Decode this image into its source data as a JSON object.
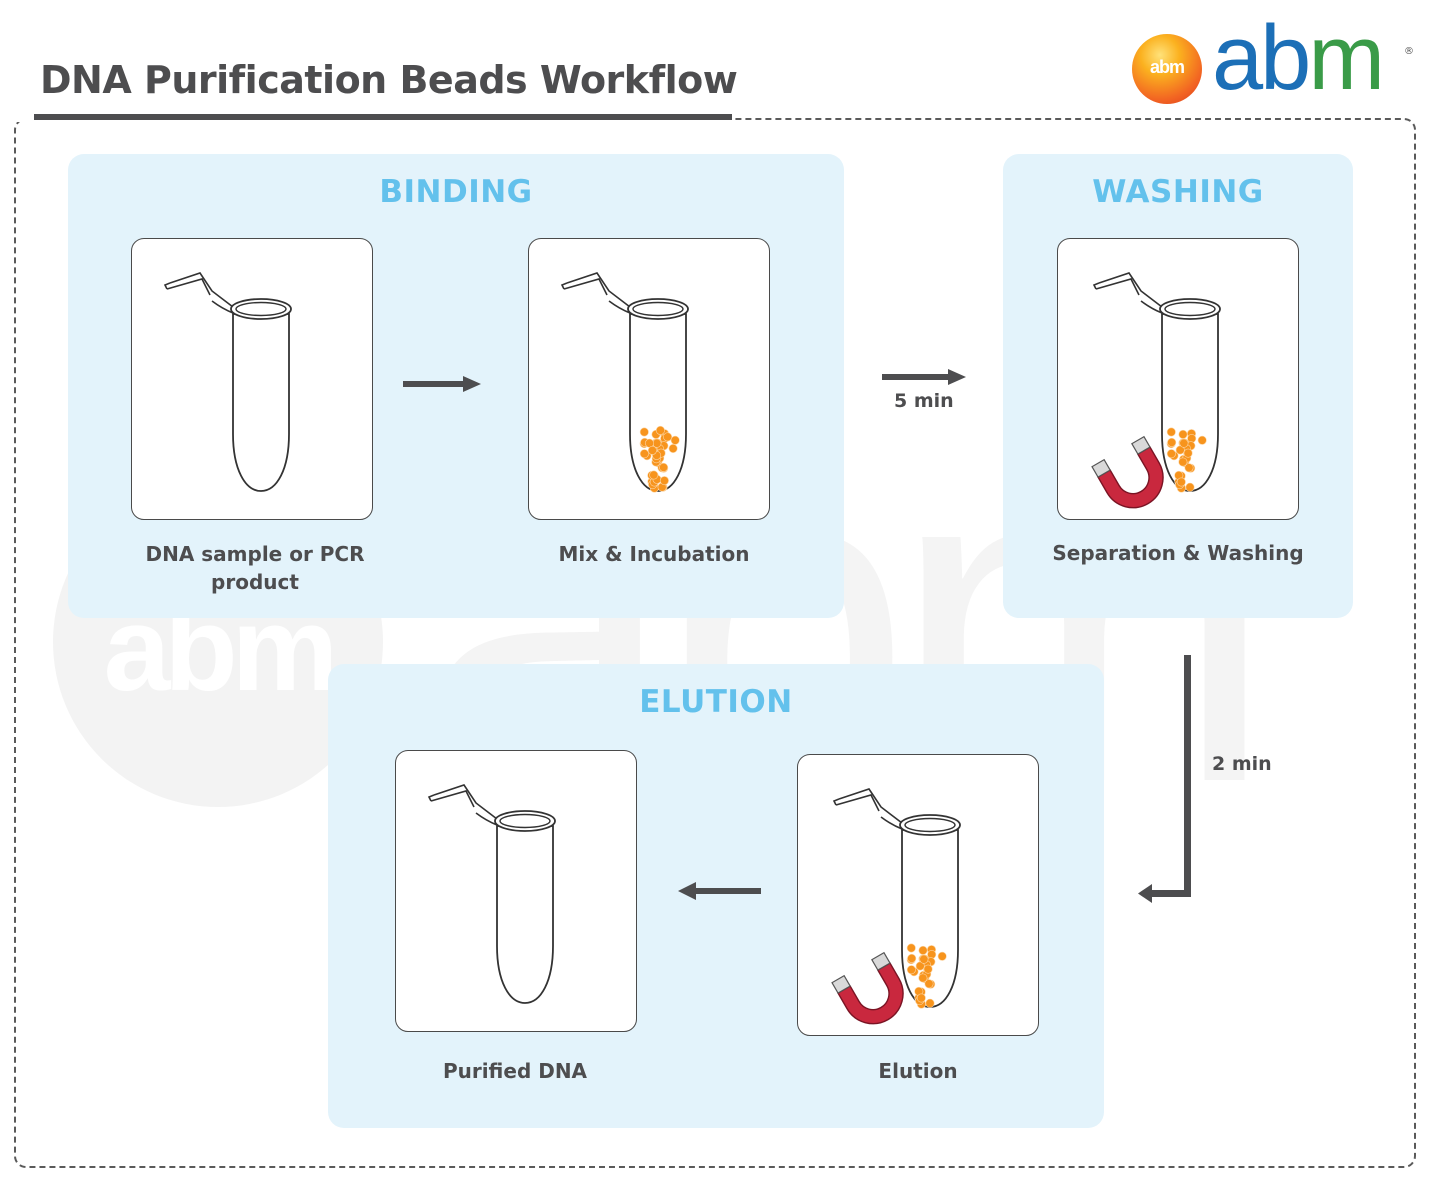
{
  "title": "DNA Purification Beads Workflow",
  "logo": {
    "badge_text": "abm",
    "word_a": "a",
    "word_b": "b",
    "word_m": "m",
    "registered": "®"
  },
  "colors": {
    "panel_bg": "#e3f3fb",
    "panel_title": "#63c1ec",
    "sample": "#f7941d",
    "bead": "#f7941d",
    "purified": "#2bb39b",
    "magnet": "#c9283e",
    "logo_a": "#1c6fb7",
    "logo_b": "#1c6fb7",
    "logo_m": "#3a9b48"
  },
  "sections": {
    "binding": {
      "title": "BINDING"
    },
    "washing": {
      "title": "WASHING"
    },
    "elution": {
      "title": "ELUTION"
    }
  },
  "steps": {
    "sample": {
      "caption_line1": "DNA sample or PCR",
      "caption_line2": "product",
      "tube": "sample-tube"
    },
    "mix": {
      "caption": "Mix & Incubation",
      "tube": "beads-tube"
    },
    "separation": {
      "caption": "Separation & Washing",
      "tube": "magnet-tube"
    },
    "elution": {
      "caption": "Elution",
      "tube": "magnet-tube"
    },
    "purified": {
      "caption": "Purified DNA",
      "tube": "purified-tube"
    }
  },
  "transitions": {
    "binding_to_washing": "5 min",
    "washing_to_elution": "2 min"
  },
  "icons": [
    "tube-icon",
    "magnet-icon",
    "bead-icon",
    "arrow-icon",
    "abm-logo-icon"
  ]
}
